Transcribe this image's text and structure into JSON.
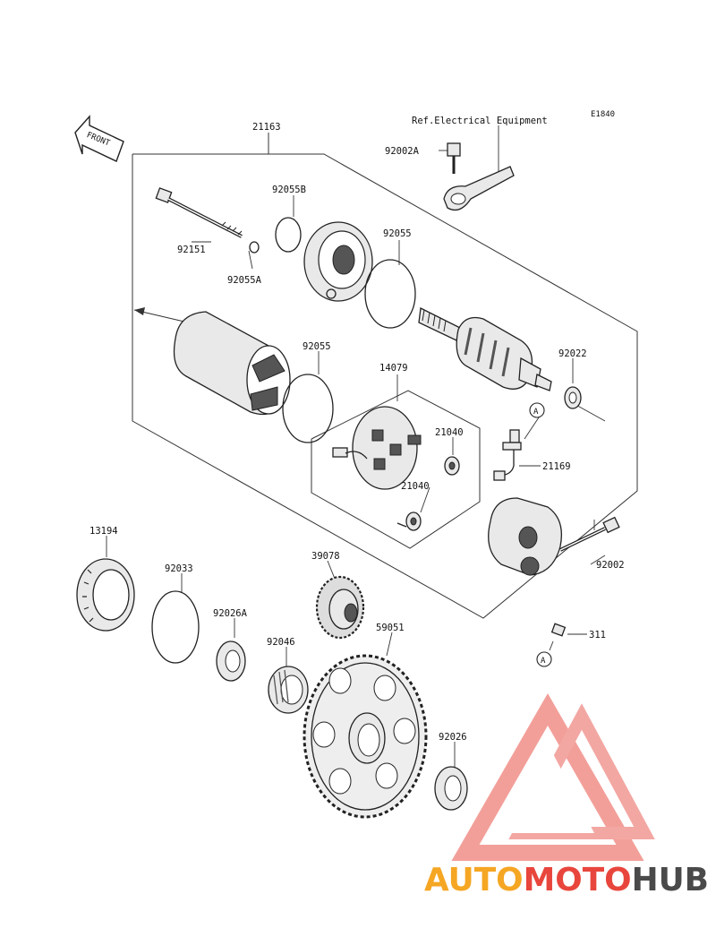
{
  "diagram": {
    "code": "E1840",
    "front_label": "FRONT",
    "ref_label": "Ref.Electrical Equipment",
    "callouts": {
      "c21163": "21163",
      "c92002A": "92002A",
      "c92055B": "92055B",
      "c92151": "92151",
      "c92055A": "92055A",
      "c92055_top": "92055",
      "c92055_mid": "92055",
      "c14079": "14079",
      "c92022": "92022",
      "c21040_a": "21040",
      "c21040_b": "21040",
      "c21169": "21169",
      "c92002": "92002",
      "c13194": "13194",
      "c92033": "92033",
      "c39078": "39078",
      "c92026A": "92026A",
      "c92046": "92046",
      "c59051": "59051",
      "c92026": "92026",
      "c311": "311"
    },
    "markers": {
      "a_top": "A",
      "a_bottom": "A"
    }
  },
  "watermark": {
    "word_part1": "AUTO",
    "word_part2": "MOTO",
    "word_part3": "HUB",
    "color_orange": "#f5a623",
    "color_red": "#e8463c",
    "color_gray": "#4a4a4a"
  }
}
